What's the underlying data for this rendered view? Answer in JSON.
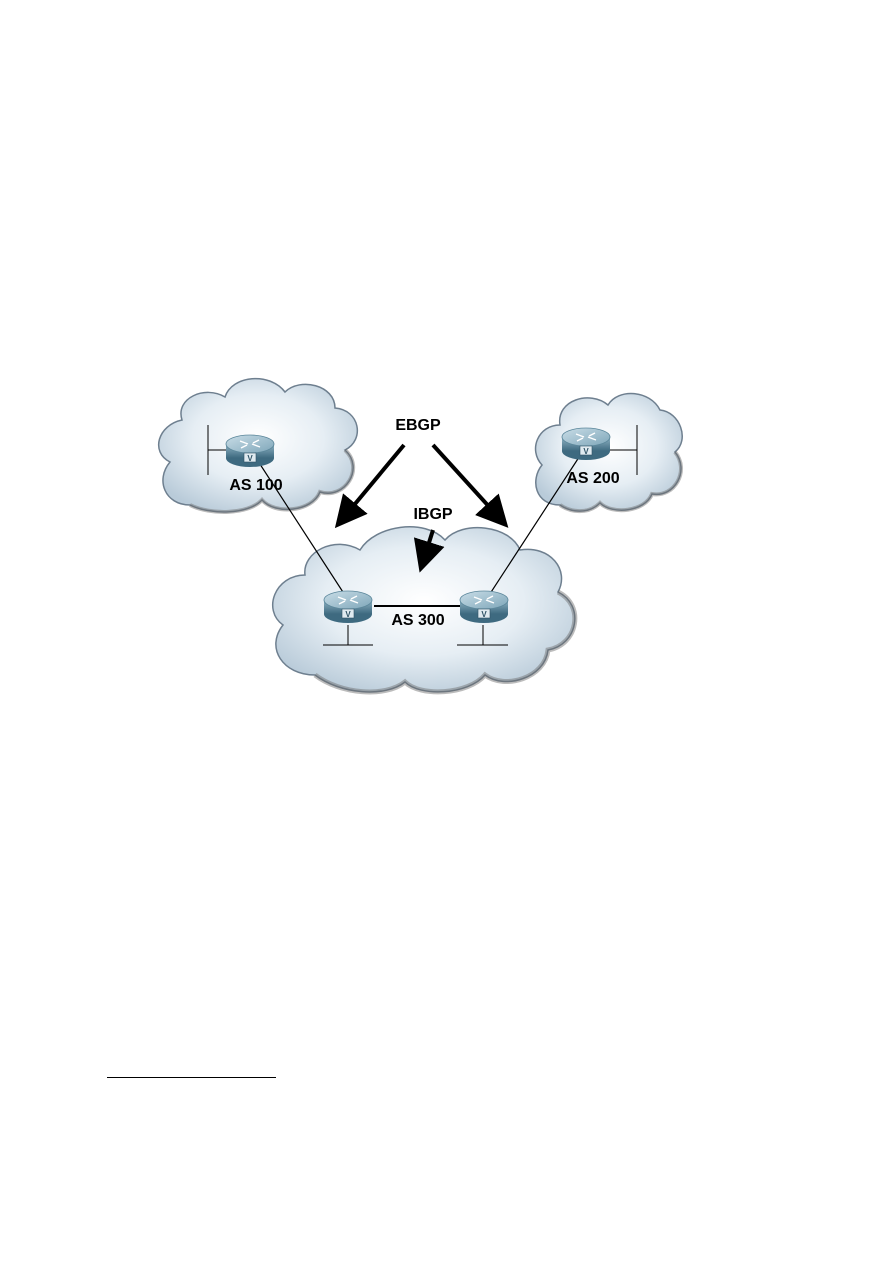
{
  "diagram": {
    "labels": {
      "ebgp": "EBGP",
      "ibgp": "IBGP",
      "as100": "AS 100",
      "as200": "AS 200",
      "as300": "AS 300"
    },
    "router_badge": "V",
    "icons": {
      "cloud": "cloud-icon",
      "router": "router-icon",
      "arrow": "arrow-icon"
    },
    "colors": {
      "cloud_fill": "#d9e7f1",
      "cloud_outline": "#6e7f8f",
      "router_body": "#7aa3b6",
      "router_top": "#9cc1d2",
      "link": "#000000"
    }
  }
}
